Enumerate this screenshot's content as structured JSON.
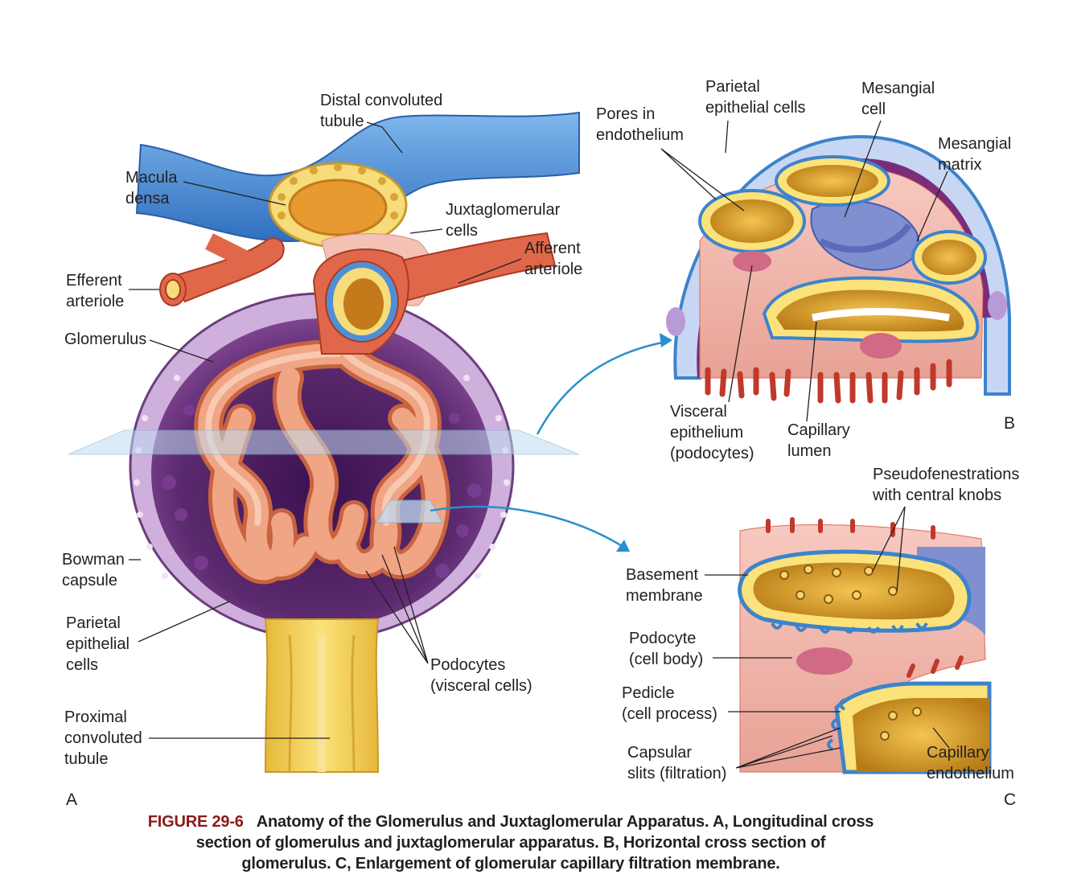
{
  "panels": {
    "a": "A",
    "b": "B",
    "c": "C"
  },
  "labels_a": {
    "distal_convoluted_tubule": [
      "Distal convoluted",
      "tubule"
    ],
    "macula_densa": [
      "Macula",
      "densa"
    ],
    "juxtaglomerular_cells": [
      "Juxtaglomerular",
      "cells"
    ],
    "afferent_arteriole": [
      "Afferent",
      "arteriole"
    ],
    "efferent_arteriole": [
      "Efferent",
      "arteriole"
    ],
    "glomerulus": [
      "Glomerulus"
    ],
    "bowman_capsule": [
      "Bowman",
      "capsule"
    ],
    "parietal_epithelial_cells": [
      "Parietal",
      "epithelial",
      "cells"
    ],
    "proximal_convoluted_tubule": [
      "Proximal",
      "convoluted",
      "tubule"
    ],
    "podocytes": [
      "Podocytes",
      "(visceral cells)"
    ]
  },
  "labels_b": {
    "parietal_epithelial_cells": [
      "Parietal",
      "epithelial cells"
    ],
    "mesangial_cell": [
      "Mesangial",
      "cell"
    ],
    "pores_in_endothelium": [
      "Pores in",
      "endothelium"
    ],
    "mesangial_matrix": [
      "Mesangial",
      "matrix"
    ],
    "visceral_epithelium": [
      "Visceral",
      "epithelium",
      "(podocytes)"
    ],
    "capillary_lumen": [
      "Capillary",
      "lumen"
    ]
  },
  "labels_c": {
    "pseudofenestrations": [
      "Pseudofenestrations",
      "with central knobs"
    ],
    "basement_membrane": [
      "Basement",
      "membrane"
    ],
    "podocyte_cell_body": [
      "Podocyte",
      "(cell body)"
    ],
    "pedicle": [
      "Pedicle",
      "(cell process)"
    ],
    "capsular_slits": [
      "Capsular",
      "slits (filtration)"
    ],
    "capillary_endothelium": [
      "Capillary",
      "endothelium"
    ]
  },
  "caption": {
    "figure_number": "FIGURE 29-6",
    "line1": "Anatomy of the Glomerulus and Juxtaglomerular Apparatus. A, Longitudinal cross",
    "line2": "section of glomerulus and juxtaglomerular apparatus. B, Horizontal cross section of",
    "line3": "glomerulus. C, Enlargement of glomerular capillary filtration membrane."
  },
  "colors": {
    "artery_red": "#d9553e",
    "capsule_purple": "#5c2a6e",
    "capsule_lilac": "#c9a6d6",
    "tubule_blue": "#4f8fd6",
    "tubule_yellow": "#f2d24a",
    "capillary_salmon": "#e9967a",
    "podocyte_pink": "#f2b8b0",
    "mesangial_blue": "#7f8fd0",
    "arrow_blue": "#2a8fd0",
    "caption_red": "#8b1a1a"
  }
}
